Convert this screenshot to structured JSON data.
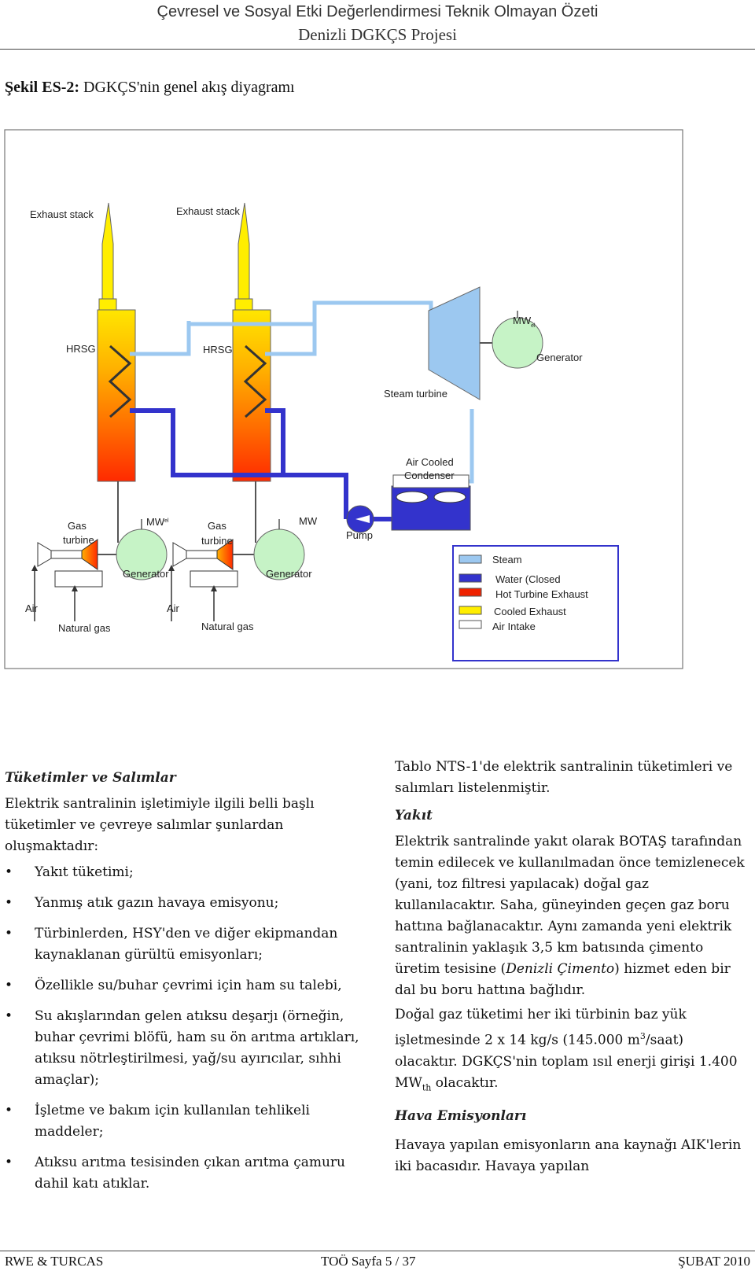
{
  "header": {
    "title": "Çevresel ve Sosyal Etki Değerlendirmesi Teknik Olmayan Özeti",
    "subtitle": "Denizli DGKÇS Projesi"
  },
  "figure": {
    "caption_bold": "Şekil ES-2:",
    "caption_text": " DGKÇS'nin genel akış diyagramı",
    "labels": {
      "exhaust_stack_1": "Exhaust stack",
      "exhaust_stack_2": "Exhaust stack",
      "hrsg_1": "HRSG",
      "hrsg_2": "HRSG",
      "mw_el_top": "MW",
      "mw_el_top_sub": "el",
      "generator_top": "Generator",
      "steam_turbine": "Steam turbine",
      "air_cooled_condenser_1": "Air Cooled",
      "air_cooled_condenser_2": "Condenser",
      "gas_turbine_1a": "Gas",
      "gas_turbine_1b": "turbine",
      "gas_turbine_2a": "Gas",
      "gas_turbine_2b": "turbine",
      "mw_el_1": "MW",
      "mw_el_1_sub": "el",
      "mw_el_2": "MW",
      "pump": "Pump",
      "generator_1": "Generator",
      "generator_2": "Generator",
      "air_1": "Air",
      "air_2": "Air",
      "natural_gas_1": "Natural gas",
      "natural_gas_2": "Natural gas"
    },
    "legend": [
      {
        "label": "Steam",
        "color": "#9cc8f0"
      },
      {
        "label": "Water (Closed",
        "color": "#3333cc"
      },
      {
        "label": "Hot Turbine Exhaust",
        "color": "#ee2200"
      },
      {
        "label": "Cooled Exhaust",
        "color": "#ffee00"
      },
      {
        "label": "Air Intake",
        "color": "#ffffff"
      }
    ]
  },
  "left_column": {
    "heading": "Tüketimler ve Salımlar",
    "intro": "Elektrik santralinin işletimiyle ilgili belli başlı tüketimler ve çevreye salımlar şunlardan oluşmaktadır:",
    "bullets": [
      "Yakıt tüketimi;",
      "Yanmış atık gazın havaya emisyonu;",
      "Türbinlerden, HSY'den ve diğer ekipmandan kaynaklanan gürültü emisyonları;",
      "Özellikle su/buhar çevrimi için ham su talebi,",
      "Su akışlarından gelen atıksu deşarjı (örneğin, buhar çevrimi blöfü, ham su ön arıtma artıkları, atıksu nötrleştirilmesi, yağ/su ayırıcılar, sıhhi amaçlar);",
      "İşletme ve bakım için kullanılan tehlikeli maddeler;",
      "Atıksu arıtma tesisinden çıkan arıtma çamuru dahil katı atıklar."
    ]
  },
  "right_column": {
    "intro": "Tablo NTS-1'de elektrik santralinin tüketimleri ve salımları listelenmiştir.",
    "yakit_heading": "Yakıt",
    "yakit_p1": "Elektrik santralinde yakıt olarak BOTAŞ tarafından temin edilecek ve kullanılmadan önce temizlenecek (yani, toz filtresi yapılacak) doğal gaz kullanılacaktır. Saha, güneyinden geçen gaz boru hattına bağlanacaktır. Aynı zamanda yeni elektrik santralinin yaklaşık 3,5 km batısında çimento üretim tesisine (",
    "yakit_p1_em": "Denizli Çimento",
    "yakit_p1_end": ") hizmet eden bir dal bu boru hattına bağlıdır.",
    "yakit_p2_a": "Doğal gaz tüketimi her iki türbinin baz yük işletmesinde 2 x 14 kg/s (145.000 m",
    "yakit_p2_sup": "3",
    "yakit_p2_b": "/saat) olacaktır. DGKÇS'nin toplam ısıl enerji girişi 1.400 MW",
    "yakit_p2_sub": "th",
    "yakit_p2_c": " olacaktır.",
    "hava_heading": "Hava Emisyonları",
    "hava_p1": "Havaya yapılan emisyonların ana kaynağı AIK'lerin iki bacasıdır. Havaya yapılan"
  },
  "footer": {
    "left": "RWE & TURCAS",
    "center": "TOÖ Sayfa 5 / 37",
    "right": "ŞUBAT 2010"
  }
}
